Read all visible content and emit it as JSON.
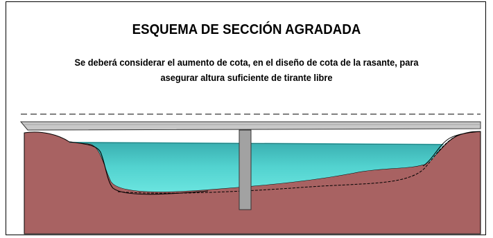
{
  "diagram": {
    "title": "ESQUEMA DE SECCIÓN AGRADADA",
    "note_line1": "Se deberá considerar el aumento de cota, en el diseño de cota de la rasante, para",
    "note_line2": "asegurar altura suficiente de tirante libre"
  },
  "colors": {
    "ground": "#a86060",
    "water_top": "#3fb9b5",
    "water_bottom": "#55dcd8",
    "deck": "#c8c8c8",
    "pier": "#a0a0a0",
    "outline": "#000000"
  }
}
